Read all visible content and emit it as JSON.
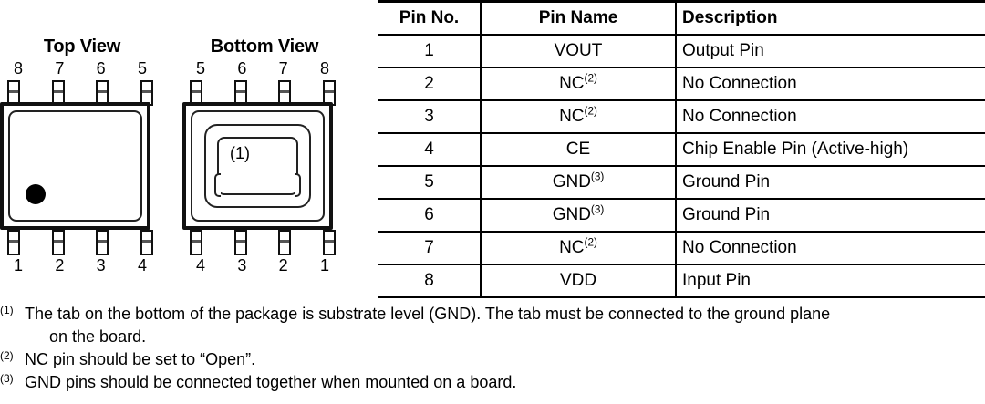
{
  "figures": {
    "top_view": {
      "title": "Top View",
      "top_pins": [
        "8",
        "7",
        "6",
        "5"
      ],
      "bottom_pins": [
        "1",
        "2",
        "3",
        "4"
      ],
      "marker": "pin1-dot"
    },
    "bottom_view": {
      "title": "Bottom View",
      "top_pins": [
        "5",
        "6",
        "7",
        "8"
      ],
      "bottom_pins": [
        "4",
        "3",
        "2",
        "1"
      ],
      "pad_label": "(1)"
    }
  },
  "table": {
    "headers": [
      "Pin No.",
      "Pin Name",
      "Description"
    ],
    "rows": [
      {
        "no": "1",
        "name": "VOUT",
        "note": "",
        "desc": "Output Pin"
      },
      {
        "no": "2",
        "name": "NC",
        "note": "(2)",
        "desc": "No Connection"
      },
      {
        "no": "3",
        "name": "NC",
        "note": "(2)",
        "desc": "No Connection"
      },
      {
        "no": "4",
        "name": "CE",
        "note": "",
        "desc": "Chip Enable Pin (Active-high)"
      },
      {
        "no": "5",
        "name": "GND",
        "note": "(3)",
        "desc": "Ground Pin"
      },
      {
        "no": "6",
        "name": "GND",
        "note": "(3)",
        "desc": "Ground Pin"
      },
      {
        "no": "7",
        "name": "NC",
        "note": "(2)",
        "desc": "No Connection"
      },
      {
        "no": "8",
        "name": "VDD",
        "note": "",
        "desc": "Input Pin"
      }
    ]
  },
  "footnotes": [
    {
      "mark": "(1)",
      "line1": "The tab on the bottom of the package is substrate level (GND). The tab must be connected to the ground plane",
      "line2": "on the board."
    },
    {
      "mark": "(2)",
      "line1": "NC pin should be set to “Open”.",
      "line2": ""
    },
    {
      "mark": "(3)",
      "line1": "GND pins should be connected together when mounted on a board.",
      "line2": ""
    }
  ],
  "colors": {
    "ink": "#000000",
    "line": "#222222",
    "background": "#ffffff"
  }
}
